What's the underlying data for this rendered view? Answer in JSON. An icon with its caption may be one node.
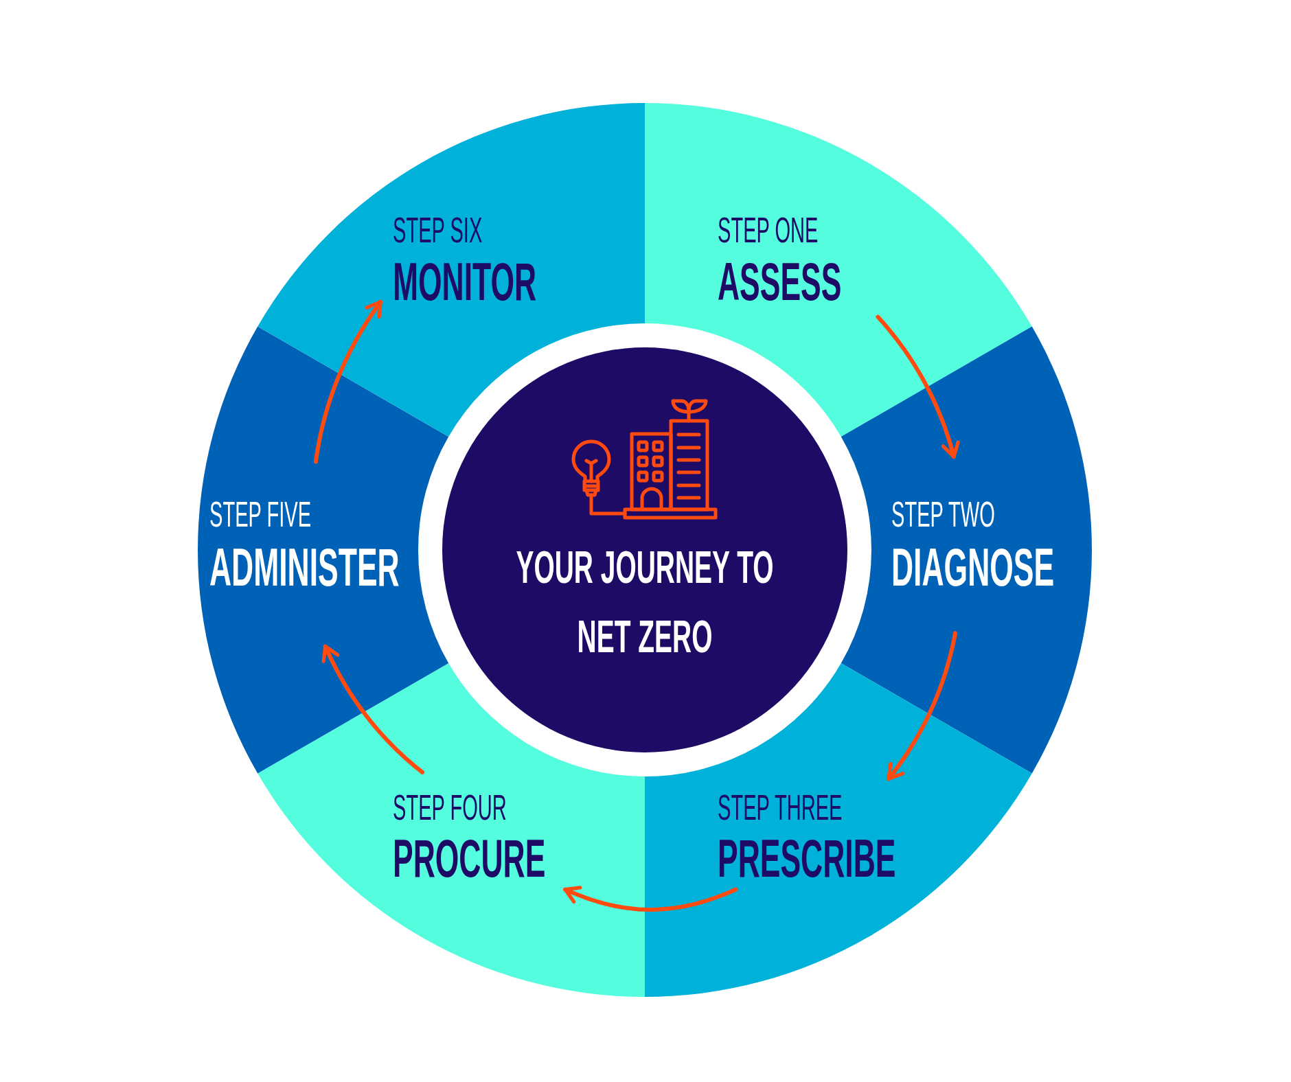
{
  "diagram": {
    "nodes": [
      {
        "text": [
          "STEP ONE",
          "ASSESS"
        ]
      },
      {
        "text": [
          "STEP TWO",
          "DIAGNOSE"
        ]
      },
      {
        "text": [
          "STEP THREE",
          "PRESCRIBE"
        ]
      },
      {
        "text": [
          "STEP FOUR",
          "PROCURE"
        ]
      },
      {
        "text": [
          "STEP FIVE",
          "ADMINISTER"
        ]
      },
      {
        "text": [
          "STEP SIX",
          "MONITOR"
        ]
      },
      {
        "text": [
          "YOUR JOURNEY TO NET ZERO"
        ]
      }
    ],
    "edges": [
      {
        "from": 0,
        "to": 1,
        "arrow": "to"
      },
      {
        "from": 1,
        "to": 2,
        "arrow": "to"
      },
      {
        "from": 2,
        "to": 3,
        "arrow": "to"
      },
      {
        "from": 3,
        "to": 4,
        "arrow": "to"
      },
      {
        "from": 4,
        "to": 5,
        "arrow": "to"
      }
    ]
  }
}
